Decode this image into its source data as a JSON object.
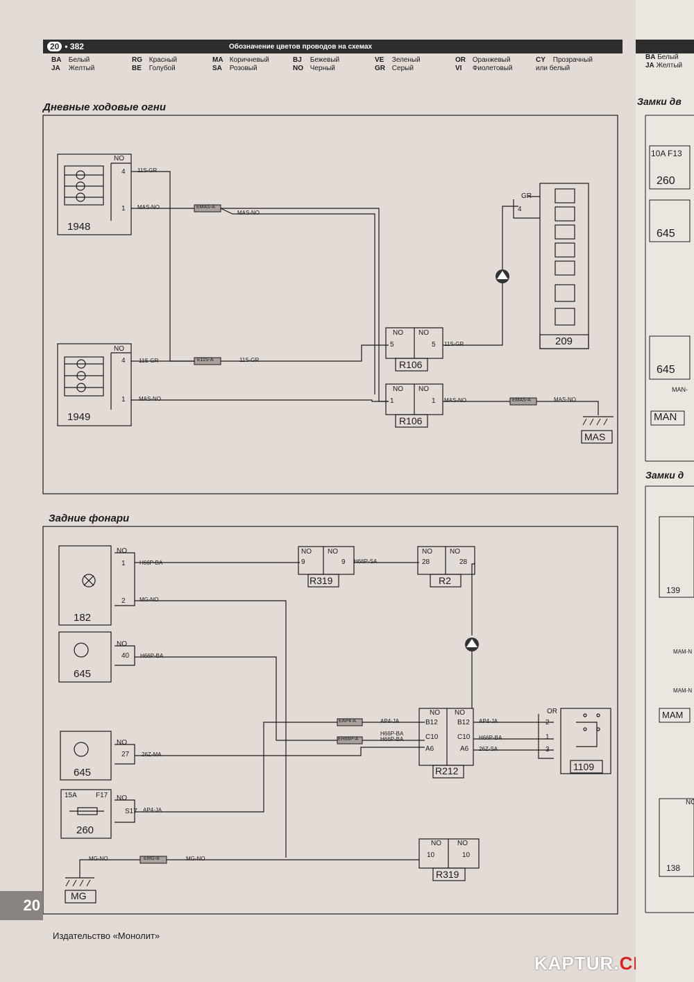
{
  "header": {
    "badge": "20",
    "page_number": "• 382",
    "title": "Обозначение цветов проводов на схемах"
  },
  "legend": [
    {
      "code": "BA",
      "name": "Белый"
    },
    {
      "code": "JA",
      "name": "Желтый"
    },
    {
      "code": "RG",
      "name": "Красный"
    },
    {
      "code": "BE",
      "name": "Голубой"
    },
    {
      "code": "MA",
      "name": "Коричневый"
    },
    {
      "code": "SA",
      "name": "Розовый"
    },
    {
      "code": "BJ",
      "name": "Бежевый"
    },
    {
      "code": "NO",
      "name": "Черный"
    },
    {
      "code": "VE",
      "name": "Зеленый"
    },
    {
      "code": "GR",
      "name": "Серый"
    },
    {
      "code": "OR",
      "name": "Оранжевый"
    },
    {
      "code": "VI",
      "name": "Фиолетовый"
    },
    {
      "code": "CY",
      "name": "Прозрачный или белый"
    }
  ],
  "section1": {
    "title": "Дневные ходовые огни",
    "components": {
      "c1948": "1948",
      "c1949": "1949",
      "c209": "209",
      "r106a": "R106",
      "r106b": "R106",
      "mas": "MAS"
    },
    "pins": {
      "no": "NO",
      "gr": "GR",
      "p4": "4",
      "p1": "1",
      "p5": "5"
    },
    "wires": {
      "w11sgr": "11S-GR",
      "wmasno": "MAS-NO"
    },
    "splices": {
      "emas_a": "EMAS-A",
      "e11s_a": "E11S-A"
    }
  },
  "section2": {
    "title": "Задние фонари",
    "components": {
      "c182": "182",
      "c645a": "645",
      "c645b": "645",
      "c260": "260",
      "mg": "MG",
      "r319a": "R319",
      "r319b": "R319",
      "r2": "R2",
      "r212": "R212",
      "c1109": "1109"
    },
    "pins": {
      "no": "NO",
      "or": "OR",
      "p1": "1",
      "p2": "2",
      "p3": "3",
      "p9": "9",
      "p10": "10",
      "p28": "28",
      "p40": "40",
      "p27": "27",
      "s17": "S17",
      "b12": "B12",
      "c10": "C10",
      "a6": "A6"
    },
    "fuse": {
      "rating": "15A",
      "id": "F17"
    },
    "wires": {
      "h66pba": "H66P-BA",
      "h66psa": "H66P-SA",
      "mgno": "MG-NO",
      "ap4ja": "AP4-JA",
      "z26ma": "26Z-MA",
      "z26sa": "26Z-SA"
    },
    "splices": {
      "eap4_a": "EAP4-A",
      "eh66p_a": "EH66P-A",
      "emg_b": "EMG-B"
    }
  },
  "right_panel": {
    "legend": [
      {
        "code": "BA",
        "name": "Белый"
      },
      {
        "code": "JA",
        "name": "Желтый"
      }
    ],
    "title1": "Замки дв",
    "title2": "Замки д",
    "labels": {
      "fuse": "10A F13",
      "c260": "260",
      "c645a": "645",
      "c645b": "645",
      "man_wire": "MAN-",
      "man": "MAN",
      "c139": "139",
      "mam_wire_a": "MAM-N",
      "mam_wire_b": "MAM-N",
      "mam": "MAM",
      "c138": "138",
      "no": "NO"
    }
  },
  "side_tab": "20",
  "footer": "Издательство «Монолит»",
  "watermark": {
    "kaptur": "KAPTUR.",
    "club": "CLUB"
  },
  "colors": {
    "ink": "#1a1a1a",
    "paper": "#e3dbd5",
    "brand_red": "#d9231f"
  }
}
